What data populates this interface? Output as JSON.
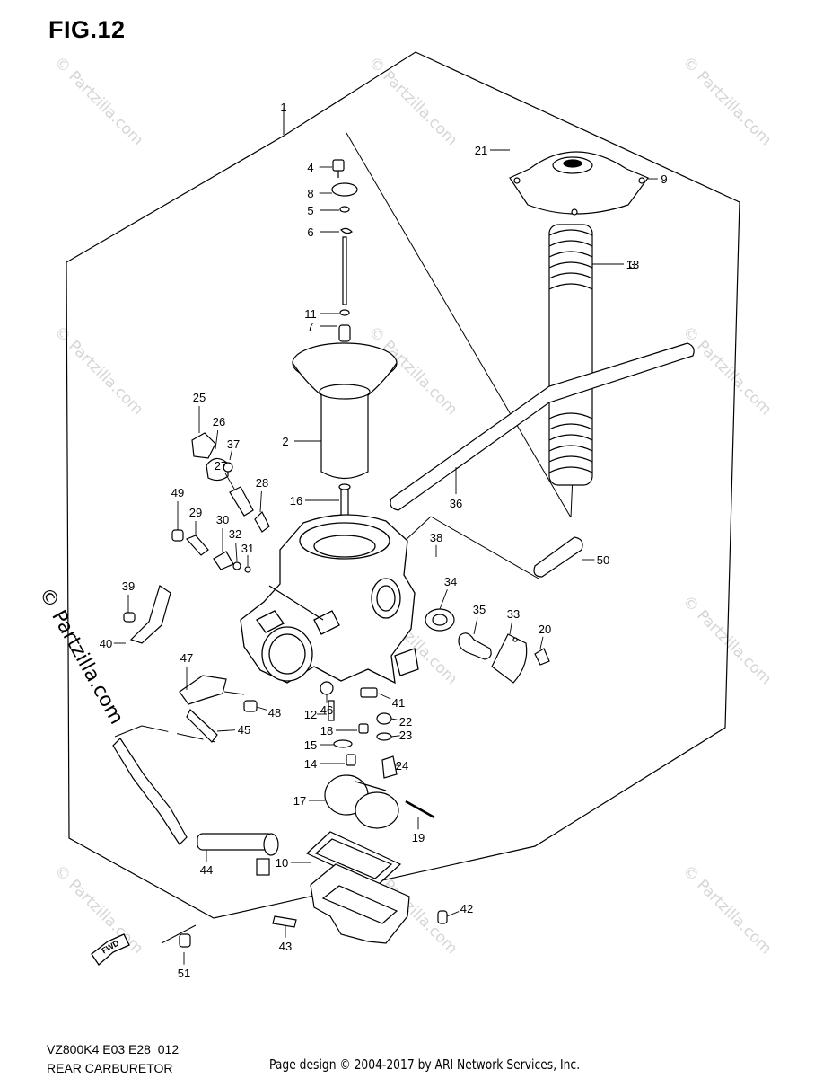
{
  "figure_title": "FIG.12",
  "footer": {
    "model_code": "VZ800K4 E03 E28_012",
    "section_name": "REAR CARBURETOR",
    "copyright": "Page design © 2004-2017 by ARI Network Services, Inc."
  },
  "watermark": {
    "text": "© Partzilla.com",
    "side_text": "© Partzilla.com"
  },
  "fwd_label": "FWD",
  "callouts": [
    "1",
    "2",
    "3",
    "4",
    "5",
    "6",
    "7",
    "8",
    "9",
    "10",
    "11",
    "12",
    "13",
    "14",
    "15",
    "16",
    "17",
    "18",
    "19",
    "20",
    "21",
    "22",
    "23",
    "24",
    "25",
    "26",
    "27",
    "28",
    "29",
    "30",
    "31",
    "32",
    "33",
    "34",
    "35",
    "36",
    "37",
    "38",
    "39",
    "40",
    "41",
    "42",
    "43",
    "44",
    "45",
    "46",
    "47",
    "48",
    "49",
    "50",
    "51"
  ]
}
